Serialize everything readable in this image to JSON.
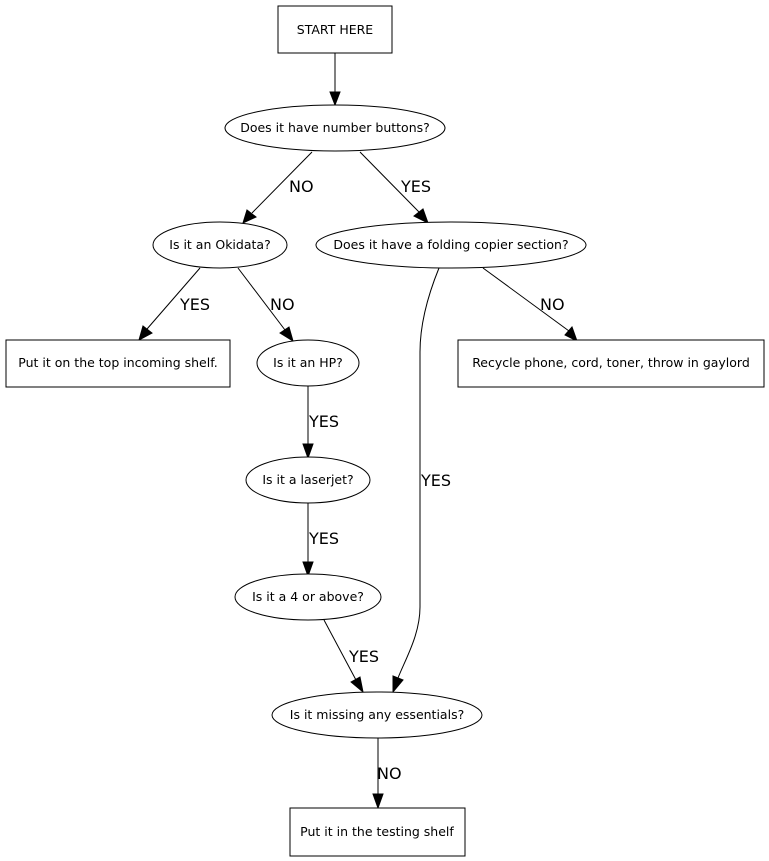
{
  "nodes": {
    "start": "START HERE",
    "number_buttons": "Does it have number buttons?",
    "okidata": "Is it an Okidata?",
    "folding_copier": "Does it have a folding copier section?",
    "top_shelf": "Put it on the top incoming shelf.",
    "is_hp": "Is it an HP?",
    "recycle": "Recycle phone, cord, toner, throw in gaylord",
    "laserjet": "Is it a laserjet?",
    "four_or_above": "Is it a 4 or above?",
    "missing_essentials": "Is it missing any essentials?",
    "testing_shelf": "Put it in the testing shelf"
  },
  "edges": {
    "numbers_no": "NO",
    "numbers_yes": "YES",
    "okidata_yes": "YES",
    "okidata_no": "NO",
    "folding_no": "NO",
    "folding_yes": "YES",
    "hp_yes": "YES",
    "laserjet_yes": "YES",
    "four_yes": "YES",
    "missing_no": "NO"
  }
}
